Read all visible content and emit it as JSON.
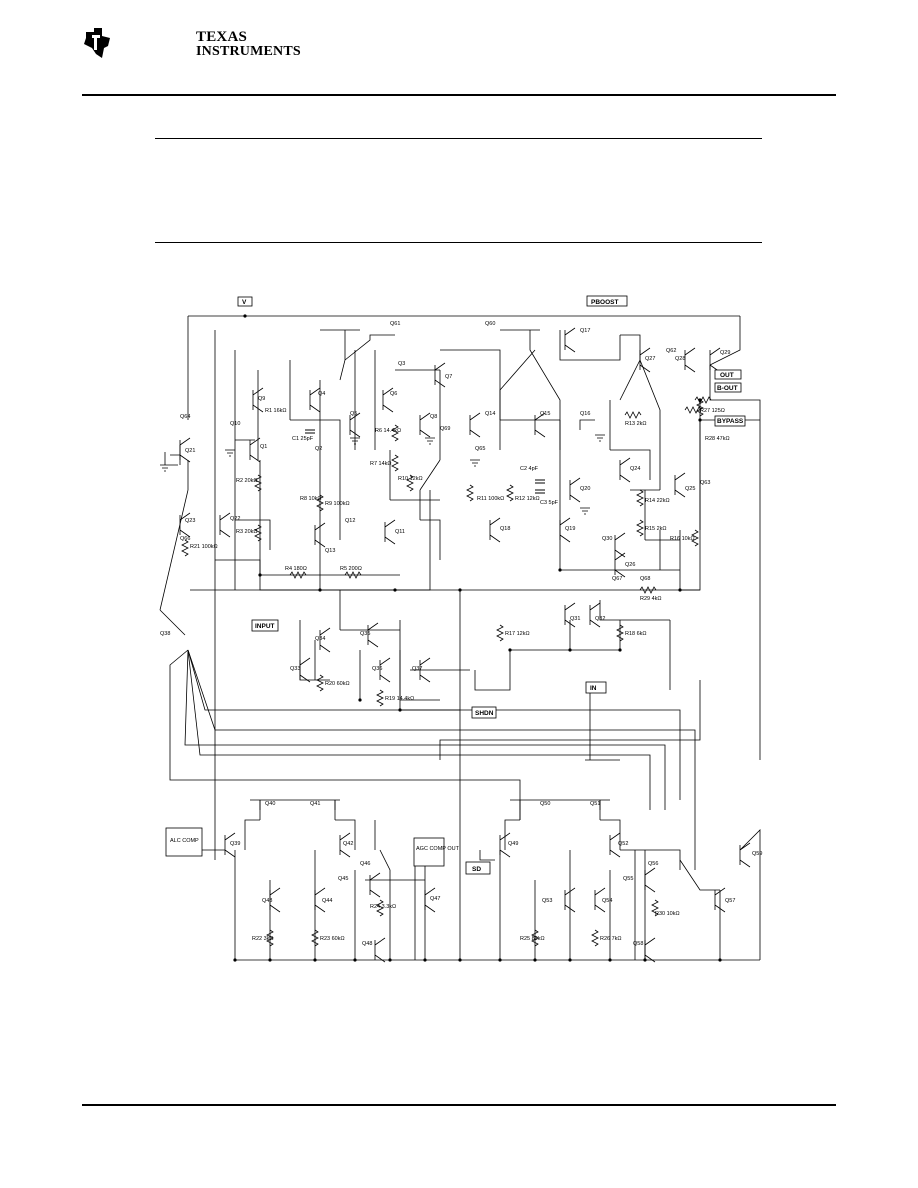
{
  "header": {
    "logo_line1": "TEXAS",
    "logo_line2": "INSTRUMENTS"
  },
  "schematic": {
    "pin_labels": [
      "V",
      "PBOOST",
      "OUT",
      "B-OUT",
      "BYPASS",
      "INPUT",
      "IN",
      "SHDN",
      "SD",
      "ALC COMP",
      "AGC COMP OUT",
      "SHDN"
    ],
    "transistors": [
      "Q1",
      "Q2",
      "Q3",
      "Q4",
      "Q5",
      "Q6",
      "Q7",
      "Q8",
      "Q9",
      "Q10",
      "Q11",
      "Q12",
      "Q13",
      "Q14",
      "Q15",
      "Q16",
      "Q17",
      "Q18",
      "Q19",
      "Q20",
      "Q21",
      "Q22",
      "Q23",
      "Q24",
      "Q25",
      "Q26",
      "Q27",
      "Q28",
      "Q29",
      "Q30",
      "Q31",
      "Q32",
      "Q33",
      "Q34",
      "Q35",
      "Q36",
      "Q37",
      "Q38",
      "Q39",
      "Q40",
      "Q41",
      "Q42",
      "Q43",
      "Q44",
      "Q45",
      "Q46",
      "Q47",
      "Q48",
      "Q49",
      "Q50",
      "Q51",
      "Q52",
      "Q53",
      "Q54",
      "Q55",
      "Q56",
      "Q57",
      "Q58",
      "Q59",
      "Q60",
      "Q61",
      "Q62",
      "Q63",
      "Q64",
      "Q65",
      "Q66",
      "Q67",
      "Q68",
      "Q69"
    ],
    "resistors": [
      "R1 16kΩ",
      "R2 20kΩ",
      "R3 20kΩ",
      "R4 180Ω",
      "R5 200Ω",
      "R6 14.4kΩ",
      "R7 14kΩ",
      "R8 10kΩ",
      "R9 100kΩ",
      "R10 12kΩ",
      "R11 100kΩ",
      "R12 12kΩ",
      "R13 2kΩ",
      "R14 22kΩ",
      "R15 2kΩ",
      "R16 10kΩ",
      "R17 12kΩ",
      "R18 6kΩ",
      "R19 14.4kΩ",
      "R20 60kΩ",
      "R21 100kΩ",
      "R22 3kΩ",
      "R23 60kΩ",
      "R24 3.3kΩ",
      "R25 80kΩ",
      "R26 7kΩ",
      "R27 125Ω",
      "R28 47kΩ",
      "R29 4kΩ",
      "R30 10kΩ"
    ],
    "capacitors": [
      "C1 25pF",
      "C2 4pF",
      "C3 5pF"
    ]
  }
}
